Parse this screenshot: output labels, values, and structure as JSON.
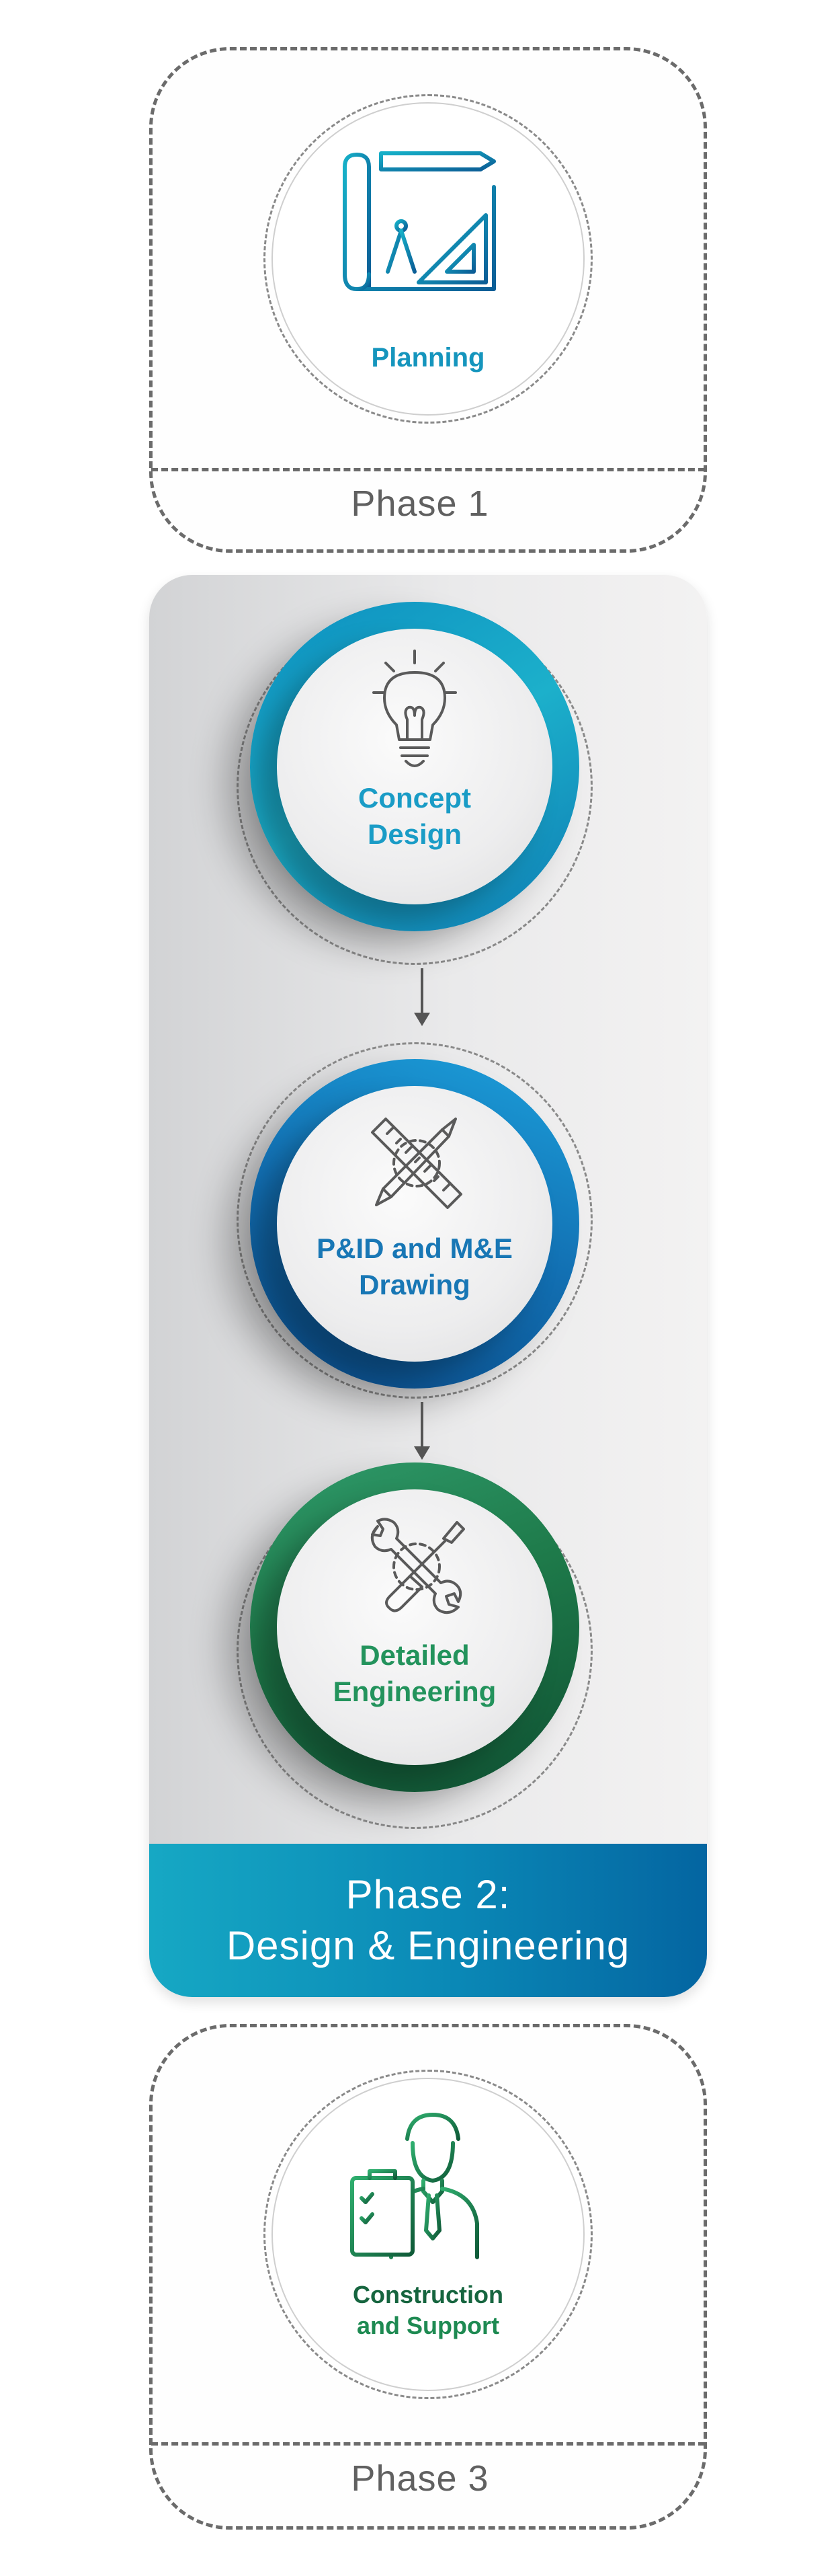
{
  "phase1": {
    "label": "Phase 1",
    "step": {
      "title": "Planning",
      "icon": "blueprint-drafting-icon"
    }
  },
  "phase2": {
    "label_line1": "Phase 2:",
    "label_line2": "Design & Engineering",
    "steps": [
      {
        "line1": "Concept",
        "line2": "Design",
        "icon": "lightbulb-icon",
        "color": "#1a9cc6"
      },
      {
        "line1": "P&ID and M&E",
        "line2": "Drawing",
        "icon": "pencil-ruler-icon",
        "color": "#1877b5"
      },
      {
        "line1": "Detailed",
        "line2": "Engineering",
        "icon": "wrench-screwdriver-icon",
        "color": "#23935c"
      }
    ]
  },
  "phase3": {
    "label": "Phase 3",
    "step": {
      "line1": "Construction",
      "line2": "and Support",
      "icon": "engineer-checklist-icon"
    }
  },
  "colors": {
    "teal": "#16a8c4",
    "blue": "#0465a1",
    "green": "#1e7a4a",
    "dash": "#6b6b6b"
  }
}
